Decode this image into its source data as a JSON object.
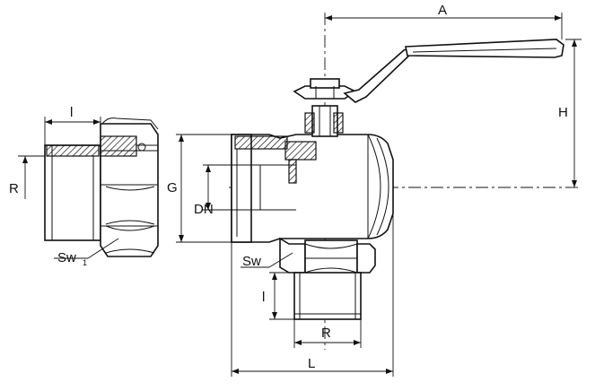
{
  "labels": {
    "A": "A",
    "H": "H",
    "G": "G",
    "DN": "DN",
    "R_left": "R",
    "l_left": "l",
    "Sw1_main": "Sw",
    "Sw1_sub": "1",
    "Sw": "Sw",
    "l_bottom": "l",
    "R_bottom": "R",
    "L": "L"
  }
}
